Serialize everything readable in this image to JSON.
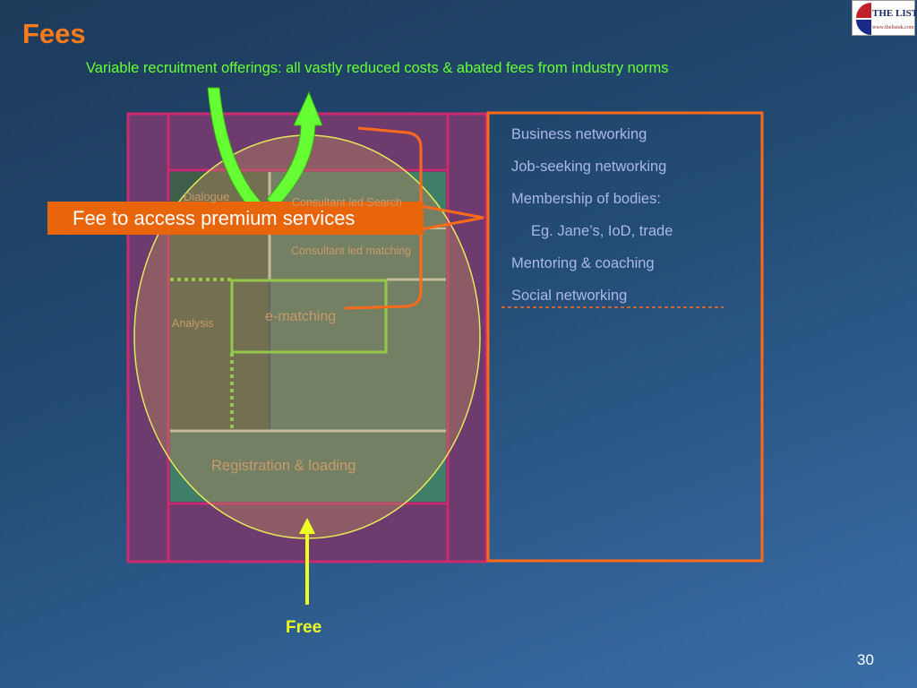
{
  "slide": {
    "title": "Fees",
    "subtitle": "Variable recruitment offerings: all vastly reduced costs & abated fees from industry norms",
    "page_number": "30"
  },
  "logo": {
    "name": "THE LIST™",
    "url": "www.thelistuk.com"
  },
  "diagram": {
    "fee_banner": "Fee to access premium services",
    "boxes": {
      "dialogue": "Dialogue",
      "top_right": "Consultant led Search",
      "consultant_matching": "Consultant led matching",
      "analysis": "Analysis",
      "e_matching": "e-matching",
      "registration": "Registration & loading"
    },
    "free_label": "Free"
  },
  "services_list": {
    "items": [
      "Business networking",
      "Job-seeking networking",
      "Membership of bodies:",
      "Eg.  Jane’s, IoD, trade",
      "Mentoring & coaching",
      "Social networking"
    ]
  },
  "colors": {
    "title": "#ff7a1a",
    "subtitle": "#66ff33",
    "banner": "#e8650c",
    "frame_magenta": "#cc2a6e",
    "list_border": "#ff6a1a",
    "free_arrow": "#eeff22",
    "green_arrow": "#66ff33"
  }
}
